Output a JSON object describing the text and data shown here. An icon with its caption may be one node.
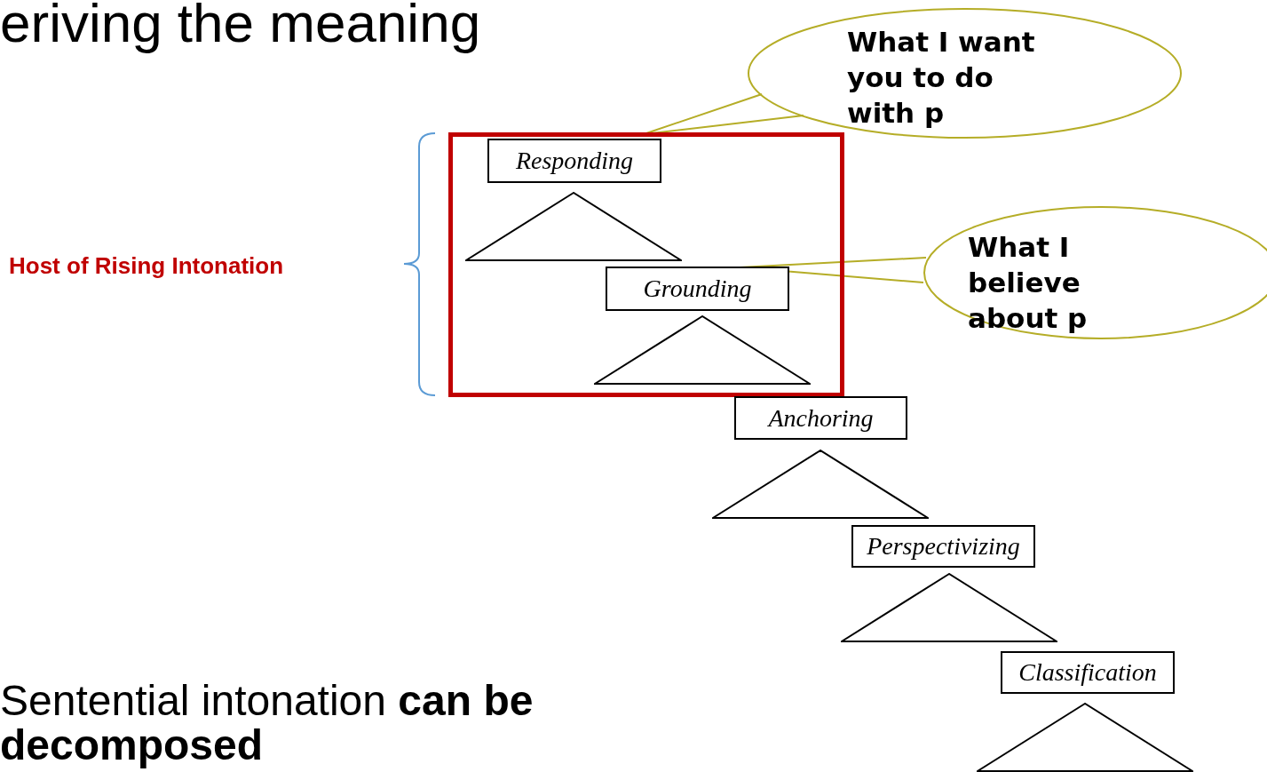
{
  "diagram": {
    "title": "eriving the meaning",
    "nodes": [
      {
        "text": [],
        "shape": "box"
      },
      {
        "text": [
          "Responding"
        ],
        "in": 0
      },
      {
        "text": [],
        "shape": "triangle",
        "in": 0
      },
      {
        "text": [
          "Grounding"
        ],
        "in": 0
      },
      {
        "text": [],
        "shape": "triangle",
        "in": 0
      },
      {
        "text": [
          "Anchoring"
        ]
      },
      {
        "text": [],
        "shape": "triangle"
      },
      {
        "text": [
          "Perspectivizing"
        ]
      },
      {
        "text": [],
        "shape": "triangle"
      },
      {
        "text": [
          "Classification"
        ]
      },
      {
        "text": [],
        "shape": "triangle"
      },
      {
        "text": [
          "What I want you to do with p"
        ]
      },
      {
        "text": [
          "What I believe about p"
        ]
      }
    ],
    "edges": [
      {
        "from": 11,
        "to": 0,
        "arrow": "none",
        "color": "#b5ad27"
      },
      {
        "from": 12,
        "to": 3,
        "arrow": "none",
        "color": "#b5ad27"
      }
    ],
    "labels": [
      "Host of Rising Intonation",
      "Sentential intonation **can be decomposed**"
    ]
  }
}
